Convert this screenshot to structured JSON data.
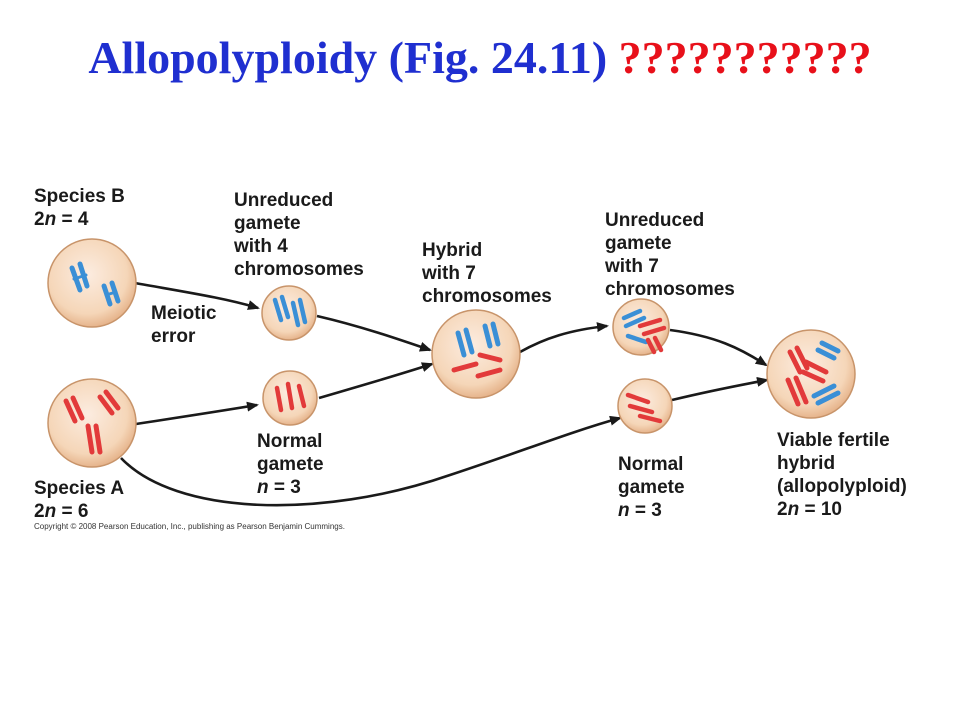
{
  "title": {
    "main": "Allopolyploidy (Fig. 24.11)",
    "questions": "???????????"
  },
  "labels": {
    "species_b": {
      "line1": "Species B",
      "line2_a": "2",
      "line2_n": "n",
      "line2_b": " = 4"
    },
    "unreduced_4": {
      "line1": "Unreduced",
      "line2": "gamete",
      "line3": "with 4",
      "line4": "chromosomes"
    },
    "meiotic_error": {
      "line1": "Meiotic",
      "line2": "error"
    },
    "hybrid_7": {
      "line1": "Hybrid",
      "line2": "with 7",
      "line3": "chromosomes"
    },
    "unreduced_7": {
      "line1": "Unreduced",
      "line2": "gamete",
      "line3": "with 7",
      "line4": "chromosomes"
    },
    "species_a": {
      "line1": "Species A",
      "line2_a": "2",
      "line2_n": "n",
      "line2_b": " = 6"
    },
    "normal_gamete_1": {
      "line1": "Normal",
      "line2": "gamete",
      "line3_n": "n",
      "line3_b": " = 3"
    },
    "normal_gamete_2": {
      "line1": "Normal",
      "line2": "gamete",
      "line3_n": "n",
      "line3_b": " = 3"
    },
    "viable_hybrid": {
      "line1": "Viable fertile",
      "line2": "hybrid",
      "line3": "(allopolyploid)",
      "line4_a": "2",
      "line4_n": "n",
      "line4_b": " = 10"
    }
  },
  "copyright": "Copyright © 2008 Pearson Education, Inc., publishing as Pearson Benjamin Cummings.",
  "colors": {
    "title_blue": "#1f2fd0",
    "title_red": "#e8101a",
    "cell_fill": "#f7dcc0",
    "cell_edge": "#b07a52",
    "chromosome_blue": "#3a8fd6",
    "chromosome_red": "#e23a3a",
    "arrow": "#1a1a1a"
  }
}
